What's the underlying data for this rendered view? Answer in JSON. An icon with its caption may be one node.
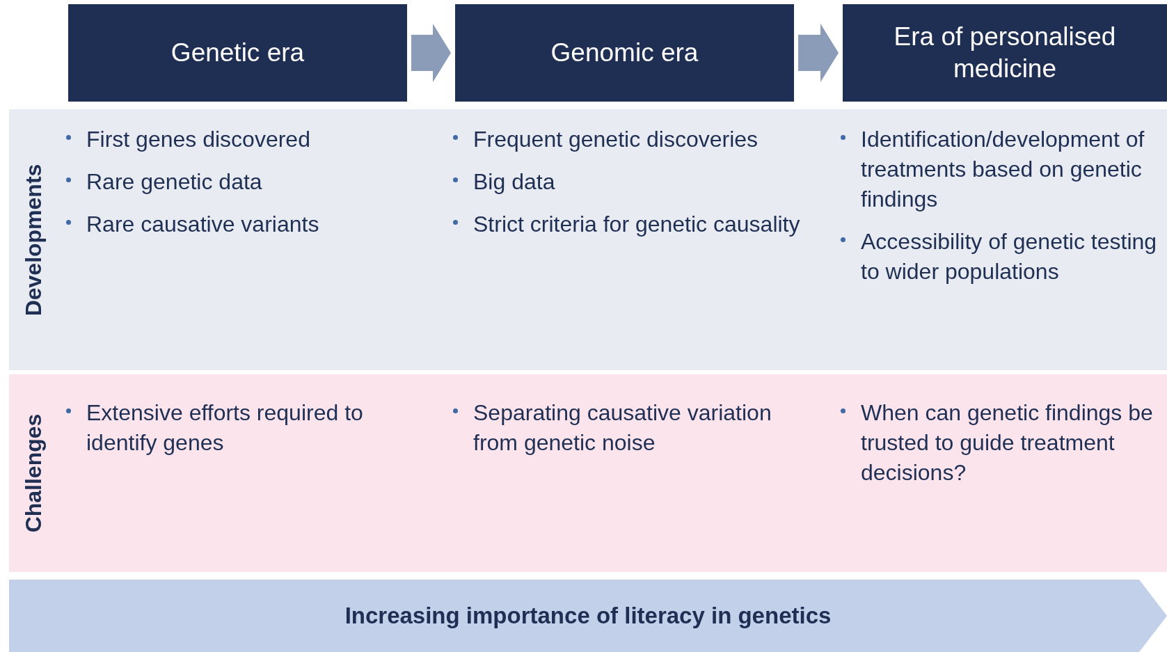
{
  "diagram": {
    "nodes": [
      {
        "text": [
          "Genetic era"
        ]
      },
      {
        "text": [
          "Genomic era"
        ]
      },
      {
        "text": [
          "Era of personalised medicine"
        ]
      },
      {
        "text": [
          "Developments",
          "First genes discovered",
          "Rare genetic data",
          "Rare causative variants",
          "Frequent genetic discoveries",
          "Big data",
          "Strict criteria for genetic causality",
          "Identification/development of treatments based on genetic findings",
          "Accessibility of genetic testing to wider populations"
        ]
      },
      {
        "text": [
          "Challenges",
          "Extensive efforts required to identify genes",
          "Separating causative variation from genetic noise",
          "When can genetic findings be trusted to guide treatment decisions?"
        ]
      },
      {
        "text": [
          "Increasing importance of literacy in genetics"
        ]
      }
    ],
    "edges": [
      {
        "from": 0,
        "to": 1,
        "arrow": "to",
        "style": "thick"
      },
      {
        "from": 1,
        "to": 2,
        "arrow": "to",
        "style": "thick"
      }
    ]
  }
}
